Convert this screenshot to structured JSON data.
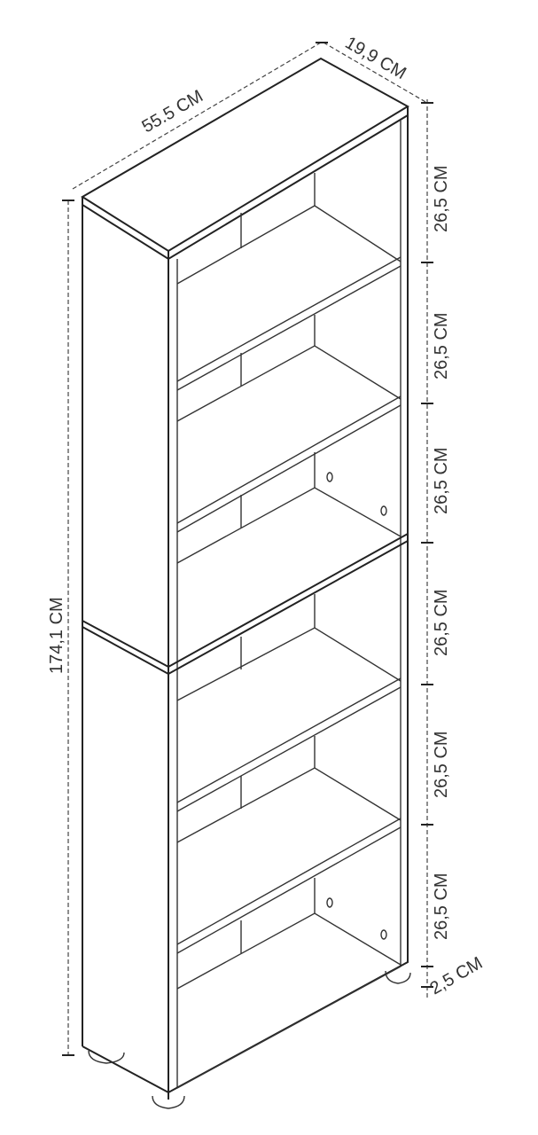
{
  "dimensions": {
    "width": "55.5 CM",
    "depth": "19,9 CM",
    "height": "174,1 CM",
    "shelf_spacing": [
      "26,5 CM",
      "26,5 CM",
      "26,5 CM",
      "26,5 CM",
      "26,5 CM",
      "26,5 CM"
    ],
    "base_height": "2,5 CM"
  }
}
